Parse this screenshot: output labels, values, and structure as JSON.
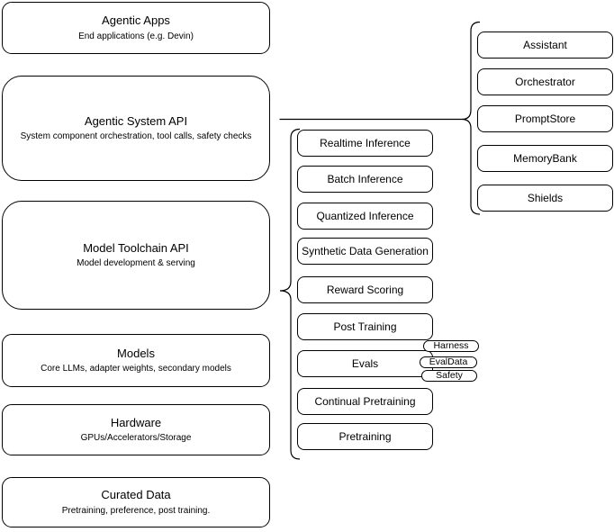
{
  "diagram": {
    "left_column": [
      {
        "title": "Agentic Apps",
        "subtitle": "End applications (e.g. Devin)"
      },
      {
        "title": "Agentic System API",
        "subtitle": "System component orchestration, tool calls, safety checks"
      },
      {
        "title": "Model Toolchain API",
        "subtitle": "Model development & serving"
      },
      {
        "title": "Models",
        "subtitle": "Core LLMs, adapter weights, secondary models"
      },
      {
        "title": "Hardware",
        "subtitle": "GPUs/Accelerators/Storage"
      },
      {
        "title": "Curated Data",
        "subtitle": "Pretraining, preference, post training."
      }
    ],
    "toolchain_items": [
      "Realtime Inference",
      "Batch Inference",
      "Quantized Inference",
      "Synthetic Data Generation",
      "Reward Scoring",
      "Post Training",
      "Evals",
      "Continual Pretraining",
      "Pretraining"
    ],
    "eval_tags": [
      "Harness",
      "EvalData",
      "Safety"
    ],
    "system_components": [
      "Assistant",
      "Orchestrator",
      "PromptStore",
      "MemoryBank",
      "Shields"
    ],
    "colors": {
      "stroke": "#000000",
      "background": "#ffffff"
    }
  }
}
